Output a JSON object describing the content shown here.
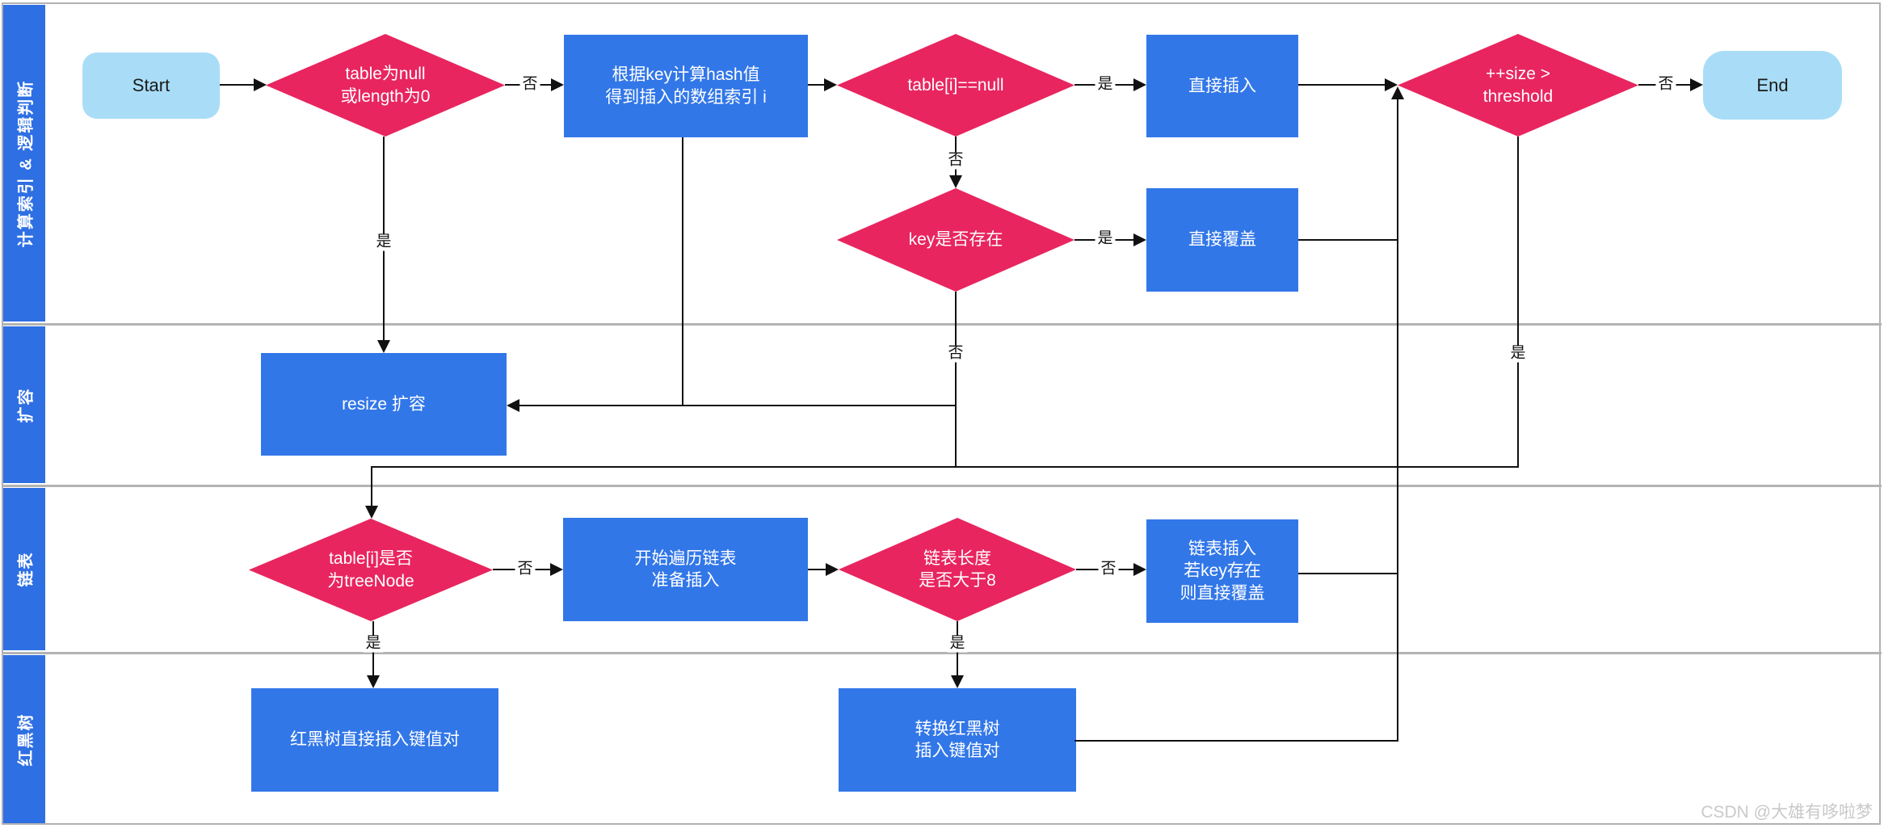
{
  "lanes": [
    {
      "label": "计算索引 & 逻辑判断"
    },
    {
      "label": "扩容"
    },
    {
      "label": "链表"
    },
    {
      "label": "红黑树"
    }
  ],
  "nodes": {
    "start": {
      "type": "terminal",
      "lines": [
        "Start"
      ]
    },
    "d_null": {
      "type": "decision",
      "lines": [
        "table为null",
        "或length为0"
      ]
    },
    "hash": {
      "type": "process",
      "lines": [
        "根据key计算hash值",
        "得到插入的数组索引 i"
      ]
    },
    "d_slot": {
      "type": "decision",
      "lines": [
        "table[i]==null"
      ]
    },
    "insert": {
      "type": "process",
      "lines": [
        "直接插入"
      ]
    },
    "d_size": {
      "type": "decision",
      "lines": [
        "++size >",
        "threshold"
      ]
    },
    "end": {
      "type": "terminal",
      "lines": [
        "End"
      ]
    },
    "d_key": {
      "type": "decision",
      "lines": [
        "key是否存在"
      ]
    },
    "cover": {
      "type": "process",
      "lines": [
        "直接覆盖"
      ]
    },
    "resize": {
      "type": "process",
      "lines": [
        "resize 扩容"
      ]
    },
    "d_tree": {
      "type": "decision",
      "lines": [
        "table[i]是否",
        "为treeNode"
      ]
    },
    "traverse": {
      "type": "process",
      "lines": [
        "开始遍历链表",
        "准备插入"
      ]
    },
    "d_len": {
      "type": "decision",
      "lines": [
        "链表长度",
        "是否大于8"
      ]
    },
    "chain": {
      "type": "process",
      "lines": [
        "链表插入",
        "若key存在",
        "则直接覆盖"
      ]
    },
    "rbt": {
      "type": "process",
      "lines": [
        "红黑树直接插入键值对"
      ]
    },
    "convert": {
      "type": "process",
      "lines": [
        "转换红黑树",
        "插入键值对"
      ]
    }
  },
  "edge_labels": {
    "yes": "是",
    "no": "否"
  },
  "watermark": "CSDN @大雄有哆啦梦",
  "colors": {
    "decision_fill": "#e8255f",
    "process_fill": "#3277e8",
    "terminal_fill": "#a9ddf7",
    "sidebar_fill": "#2e6fe3",
    "lane_line": "#b3b3b3",
    "connector": "#111111",
    "watermark_text": "#c9c9c9"
  }
}
